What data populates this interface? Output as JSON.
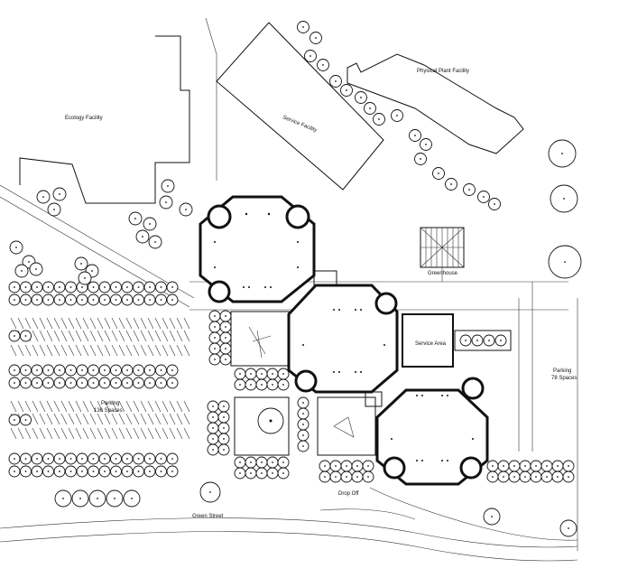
{
  "labels": {
    "ecology": "Ecology Facility",
    "service_facility": "Service Facility",
    "physical_plant": "Physical Plant Facility",
    "greenhouse": "Greenhouse",
    "service_area": "Service Area",
    "parking_left_1": "Parking",
    "parking_left_2": "136 Spaces",
    "parking_right_1": "Parking",
    "parking_right_2": "78 Spaces",
    "drop_off": "Drop Off",
    "green_street": "Green Street"
  },
  "colors": {
    "ink": "#111111",
    "paper": "#ffffff"
  }
}
